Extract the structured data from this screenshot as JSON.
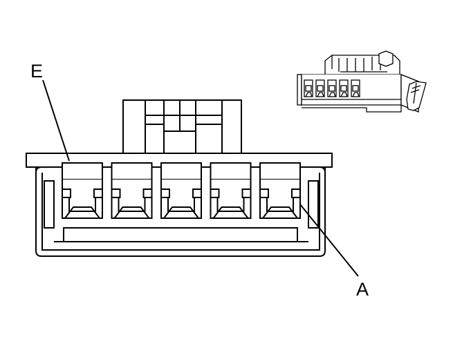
{
  "labels": {
    "top_left": "E",
    "bottom_right": "A"
  },
  "colors": {
    "line": "#000000",
    "background": "#ffffff"
  },
  "cavity_count": 5
}
